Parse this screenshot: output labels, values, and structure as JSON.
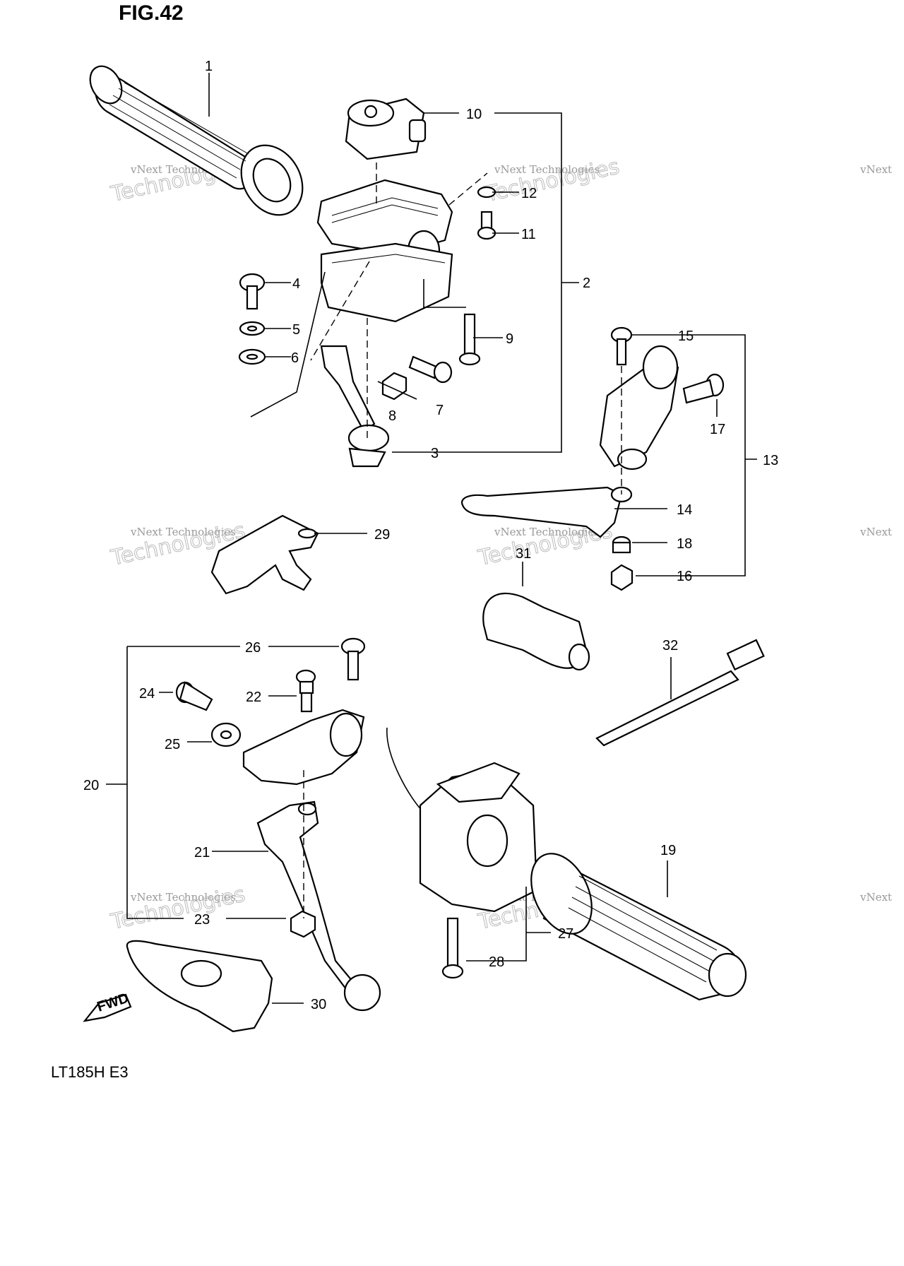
{
  "figure": {
    "title": "FIG.42",
    "model": "LT185H E3",
    "fwd_label": "FWD"
  },
  "callouts": {
    "c1": "1",
    "c2": "2",
    "c3": "3",
    "c4": "4",
    "c5": "5",
    "c6": "6",
    "c7": "7",
    "c8": "8",
    "c9": "9",
    "c10": "10",
    "c11": "11",
    "c12": "12",
    "c13": "13",
    "c14": "14",
    "c15": "15",
    "c16": "16",
    "c17": "17",
    "c18": "18",
    "c19": "19",
    "c20": "20",
    "c21": "21",
    "c22": "22",
    "c23": "23",
    "c24": "24",
    "c25": "25",
    "c26": "26",
    "c27": "27",
    "c28": "28",
    "c29": "29",
    "c30": "30",
    "c31": "31",
    "c32": "32"
  },
  "watermark": {
    "brand": "vNext Technologies",
    "line1": "vNext",
    "line2": "Technologies"
  }
}
